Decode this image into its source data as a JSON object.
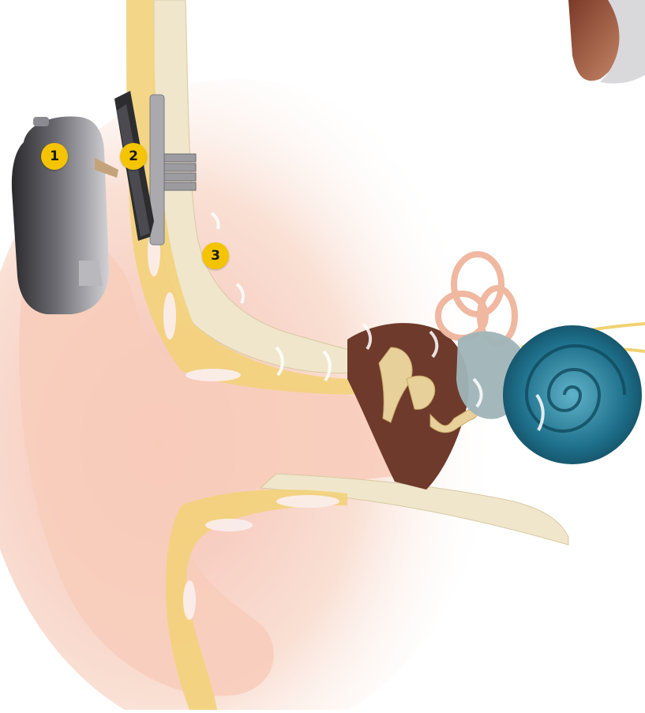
{
  "markers": [
    {
      "label": "1"
    },
    {
      "label": "2"
    },
    {
      "label": "3"
    }
  ],
  "colors": {
    "marker": "#f5c400",
    "skin": "#f7d2c4",
    "bone": "#efe8cf",
    "fat": "#f3d67a",
    "cochlea": "#1e6f8a",
    "ossicles": "#e8d09a",
    "device_dark": "#2f2f33",
    "device_light": "#c9c9cc"
  }
}
